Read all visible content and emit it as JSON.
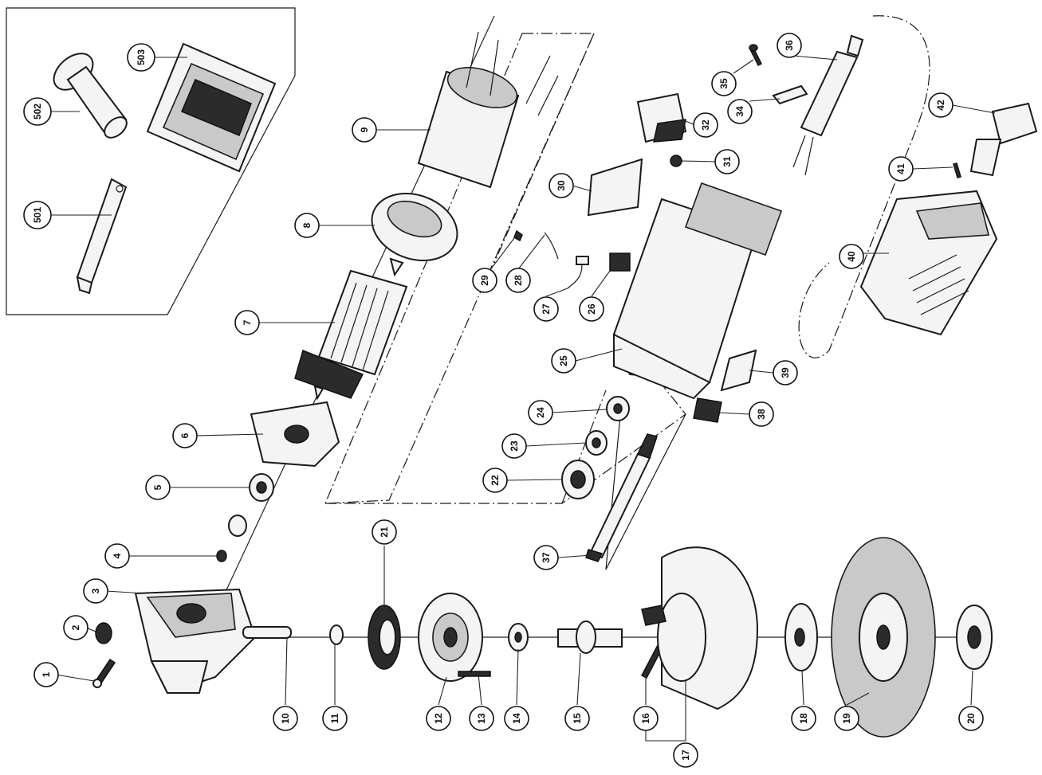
{
  "callouts": [
    {
      "label": "1"
    },
    {
      "label": "2"
    },
    {
      "label": "3"
    },
    {
      "label": "4"
    },
    {
      "label": "5"
    },
    {
      "label": "6"
    },
    {
      "label": "7"
    },
    {
      "label": "8"
    },
    {
      "label": "9"
    },
    {
      "label": "10"
    },
    {
      "label": "11"
    },
    {
      "label": "12"
    },
    {
      "label": "13"
    },
    {
      "label": "14"
    },
    {
      "label": "15"
    },
    {
      "label": "16"
    },
    {
      "label": "17"
    },
    {
      "label": "18"
    },
    {
      "label": "19"
    },
    {
      "label": "20"
    },
    {
      "label": "21"
    },
    {
      "label": "22"
    },
    {
      "label": "23"
    },
    {
      "label": "24"
    },
    {
      "label": "25"
    },
    {
      "label": "26"
    },
    {
      "label": "27"
    },
    {
      "label": "28"
    },
    {
      "label": "29"
    },
    {
      "label": "30"
    },
    {
      "label": "31"
    },
    {
      "label": "32"
    },
    {
      "label": "34"
    },
    {
      "label": "35"
    },
    {
      "label": "36"
    },
    {
      "label": "37"
    },
    {
      "label": "38"
    },
    {
      "label": "39"
    },
    {
      "label": "40"
    },
    {
      "label": "41"
    },
    {
      "label": "42"
    },
    {
      "label": "501"
    },
    {
      "label": "502"
    },
    {
      "label": "503"
    }
  ]
}
